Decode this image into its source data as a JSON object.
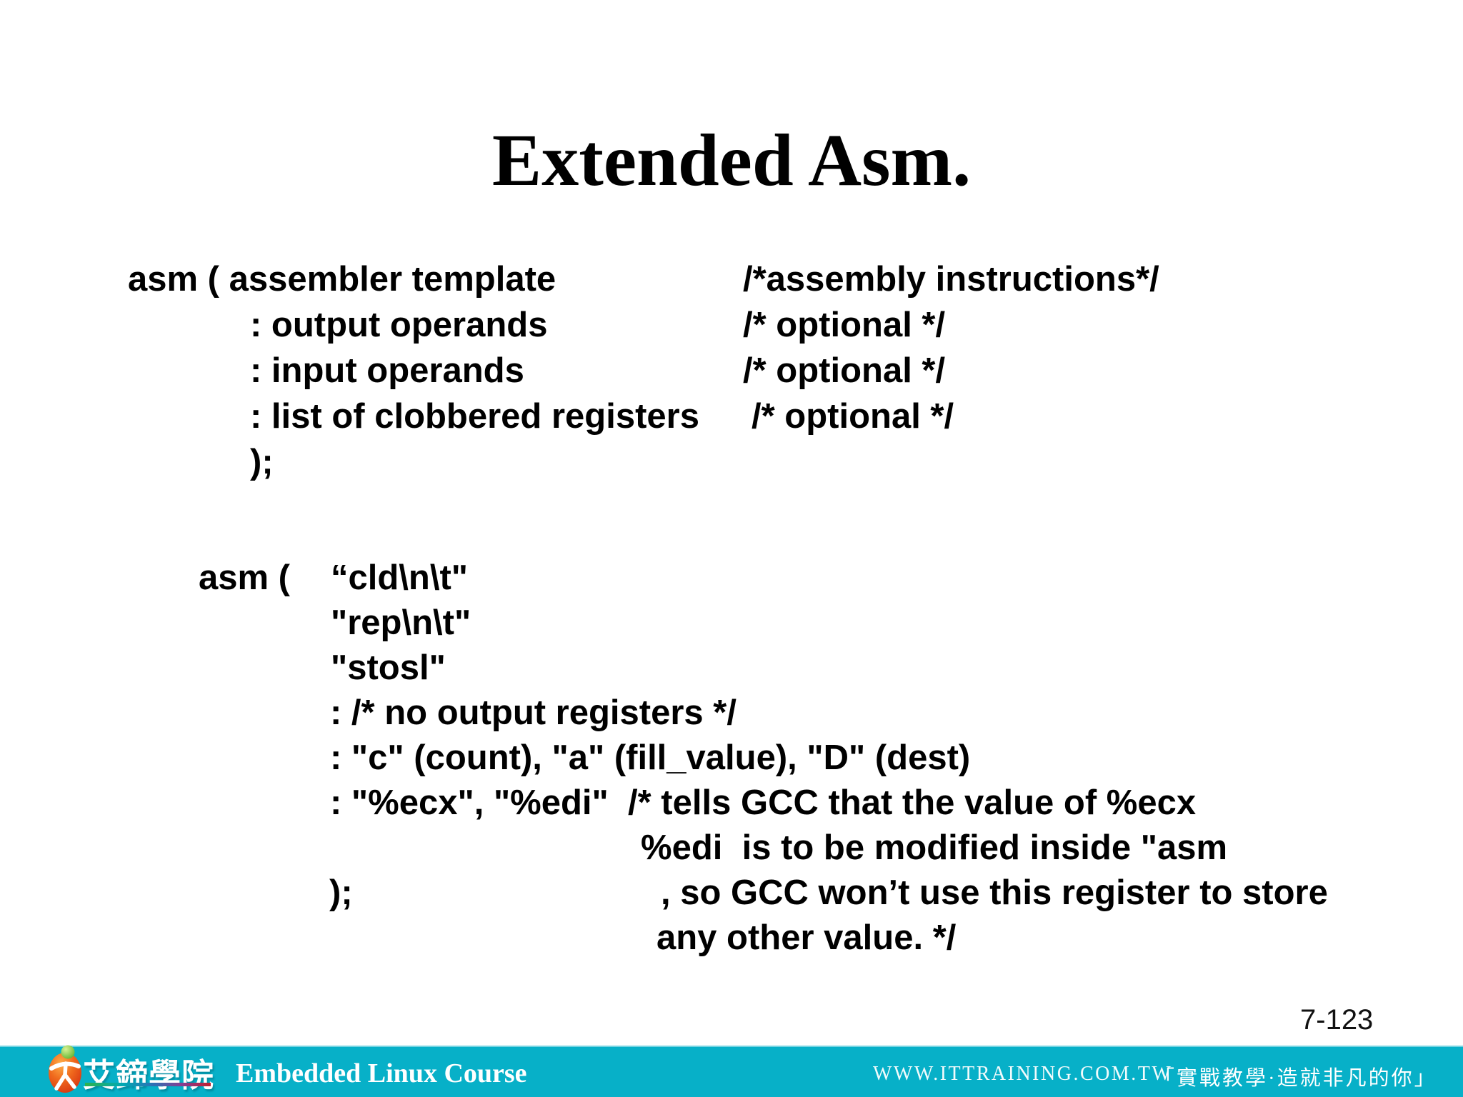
{
  "slide": {
    "title": "Extended Asm.",
    "page_number": "7-123"
  },
  "block1": {
    "lines": [
      {
        "code": "asm ( assembler template",
        "comment": "/*assembly instructions*/"
      },
      {
        "code": ": output operands",
        "comment": "/* optional */"
      },
      {
        "code": ": input operands",
        "comment": "/* optional */"
      },
      {
        "code": ": list of clobbered registers",
        "comment": "/* optional */"
      },
      {
        "code": ");",
        "comment": ""
      }
    ]
  },
  "block2": {
    "lines": [
      {
        "lead": "asm (",
        "str": "“cld\\n\\t\""
      },
      {
        "str": "\"rep\\n\\t\""
      },
      {
        "str": "\"stosl\""
      },
      {
        "str": ": /* no output registers */"
      },
      {
        "str": ": \"c\" (count), \"a\" (fill_value), \"D\" (dest)"
      },
      {
        "str": ": \"%ecx\", \"%edi\"  /* tells GCC that the value of %ecx"
      },
      {
        "cont": "%edi  is to be modified inside \"asm"
      },
      {
        "close": ");",
        "cont2": ", so GCC won’t use this register to store"
      },
      {
        "cont2": "any other value. */"
      }
    ]
  },
  "footer": {
    "logo_text": "艾鍗學院",
    "course": "Embedded Linux Course",
    "website": "WWW.ITTRAINING.COM.TW",
    "slogan": "「實戰教學·造就非凡的你」",
    "bar_color": "#07b0c8",
    "logo_colors": {
      "egg": "#e04a16",
      "egg_highlight": "#ff9d3c",
      "leaf": "#6abf3a",
      "figure": "#ffffff",
      "underline": [
        "#2eb24c",
        "#00a8b4",
        "#2f6fb5",
        "#8a3c8f",
        "#c01f2f"
      ]
    }
  }
}
